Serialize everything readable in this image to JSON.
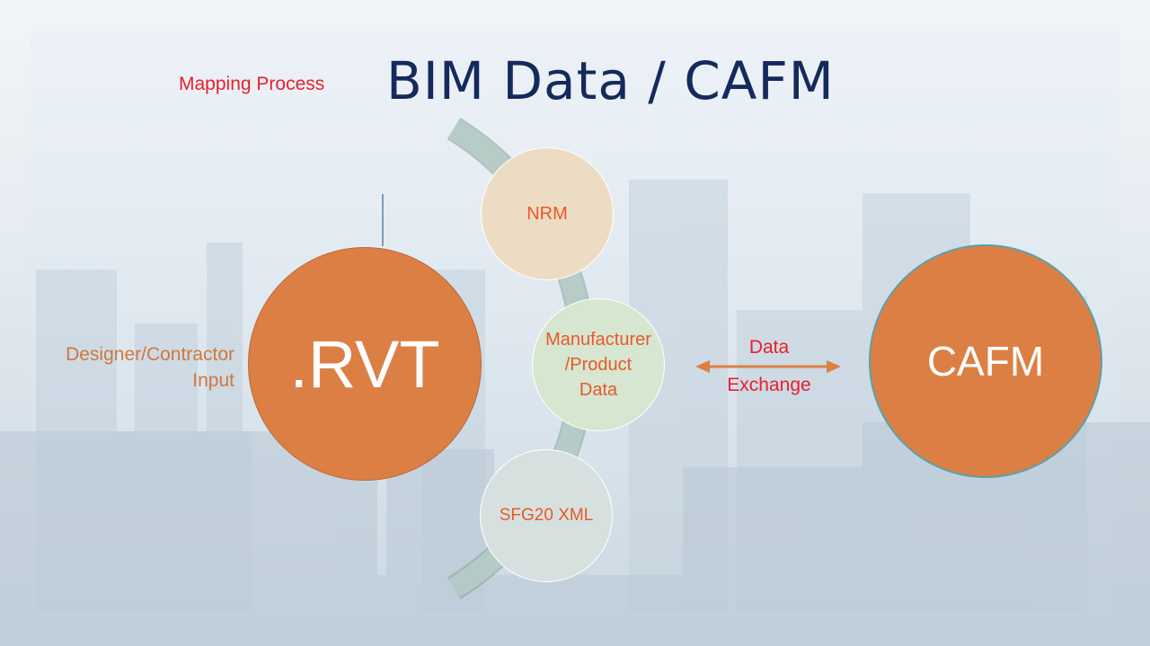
{
  "slide": {
    "title": "BIM Data / CAFM",
    "subtitle": "Mapping Process",
    "side_label": {
      "line1": "Designer/Contractor",
      "line2": "Input"
    },
    "nodes": {
      "rvt": ".RVT",
      "cafm": "CAFM",
      "nrm": "NRM",
      "manufacturer": {
        "line1": "Manufacturer",
        "line2": "/Product",
        "line3": "Data"
      },
      "sfg20": "SFG20 XML"
    },
    "exchange": {
      "line1": "Data",
      "line2": "Exchange"
    }
  },
  "colors": {
    "title": "#142a5c",
    "subtitle": "#e8202a",
    "orange": "#dc7f45",
    "node_text": "#e8582a",
    "arc": "#b8ccc8"
  }
}
